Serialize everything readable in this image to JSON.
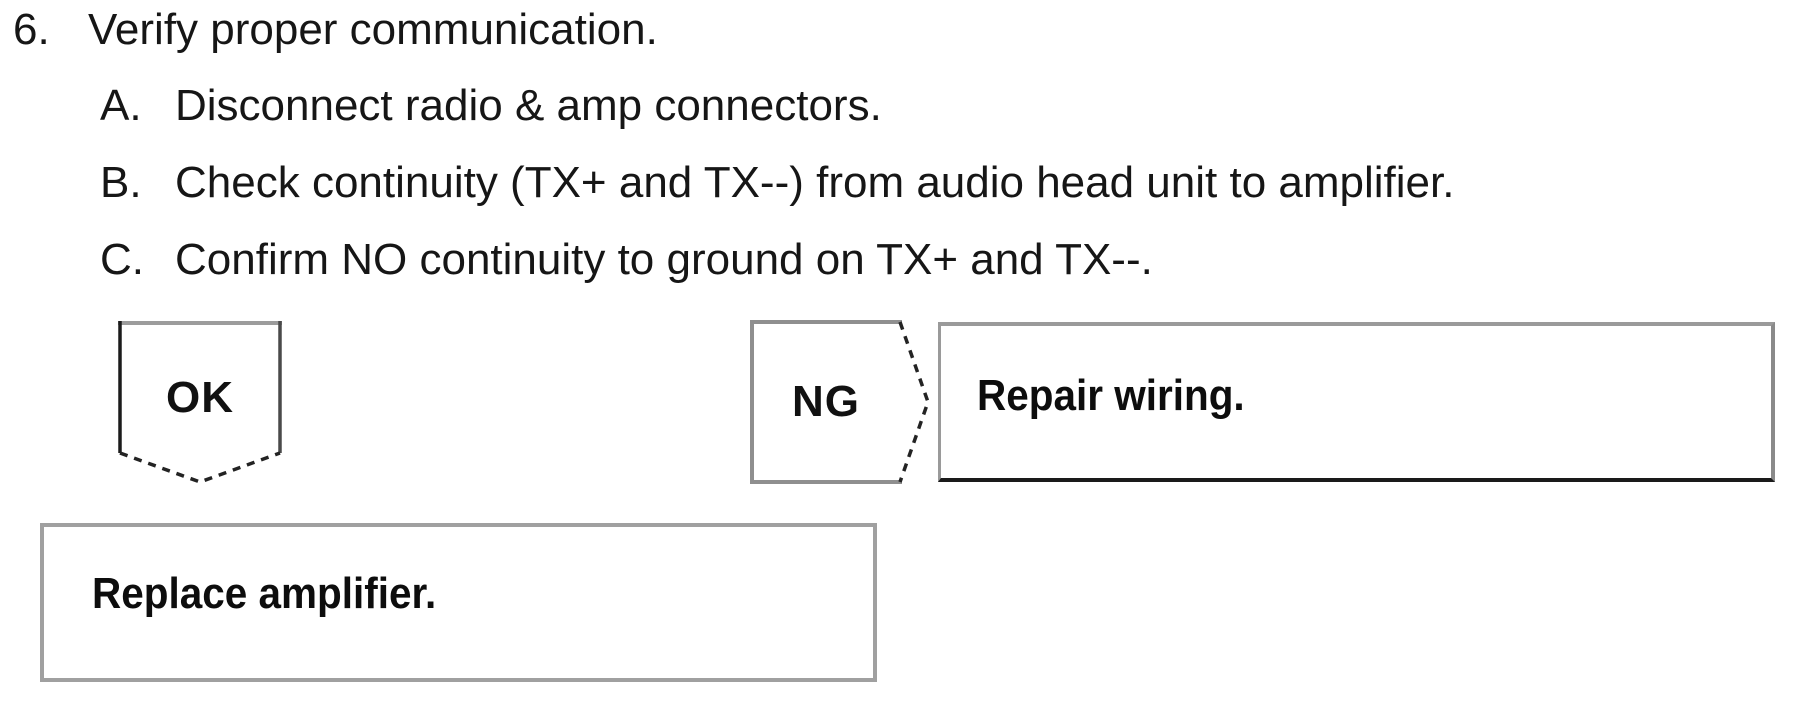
{
  "page": {
    "background": "#ffffff",
    "ink": "#161616"
  },
  "procedure": {
    "step_number": "6.",
    "step_title": "Verify proper communication.",
    "substeps": [
      {
        "label": "A.",
        "text": "Disconnect radio & amp connectors."
      },
      {
        "label": "B.",
        "text": "Check continuity (TX+ and TX--) from audio head unit to amplifier."
      },
      {
        "label": "C.",
        "text": "Confirm NO continuity to ground on TX+ and TX--."
      }
    ]
  },
  "flowchart": {
    "ok_branch": {
      "label": "OK",
      "action": "Replace amplifier."
    },
    "ng_branch": {
      "label": "NG",
      "action": "Repair wiring."
    },
    "outline_gray": "#8f8f8f",
    "outline_dark": "#1b1b1b",
    "dash_color": "#232323",
    "box_border_gray": "#a0a0a0",
    "box_border_dark": "#1a1a1a"
  }
}
